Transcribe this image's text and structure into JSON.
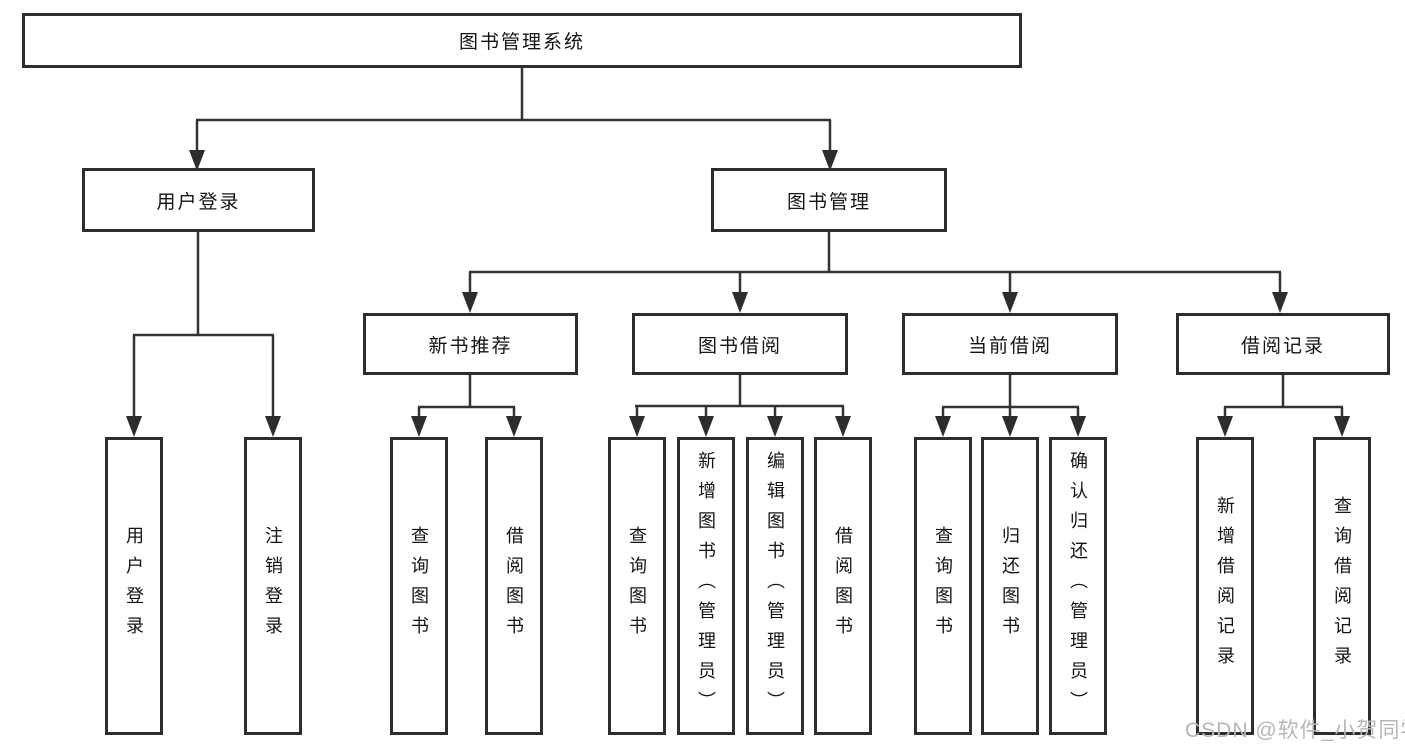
{
  "diagram_type": "tree-structure-diagram",
  "colors": {
    "line": "#333333",
    "box_border": "#2d2d2d",
    "box_fill": "#ffffff",
    "text": "#141414",
    "watermark": "#b7b7b7"
  },
  "nodes": {
    "root": {
      "label": "图书管理系统"
    },
    "user_login": {
      "label": "用户登录"
    },
    "book_mgmt": {
      "label": "图书管理"
    },
    "new_rec": {
      "label": "新书推荐"
    },
    "book_borrow": {
      "label": "图书借阅"
    },
    "cur_borrow": {
      "label": "当前借阅"
    },
    "records": {
      "label": "借阅记录"
    },
    "leaf_user_login": {
      "label": "用户登录"
    },
    "leaf_logout": {
      "label": "注销登录"
    },
    "leaf_query_rec": {
      "label": "查询图书"
    },
    "leaf_borrow_rec": {
      "label": "借阅图书"
    },
    "leaf_query_borrow": {
      "label": "查询图书"
    },
    "leaf_add_books": {
      "label": "新增图书（管理员）"
    },
    "leaf_edit_books": {
      "label": "编辑图书（管理员）"
    },
    "leaf_borrow_books": {
      "label": "借阅图书"
    },
    "leaf_query_cur": {
      "label": "查询图书"
    },
    "leaf_return_books": {
      "label": "归还图书"
    },
    "leaf_confirm_return": {
      "label": "确认归还（管理员）"
    },
    "leaf_add_record": {
      "label": "新增借阅记录"
    },
    "leaf_query_record": {
      "label": "查询借阅记录"
    }
  },
  "hierarchy": {
    "图书管理系统": {
      "用户登录": [
        "用户登录",
        "注销登录"
      ],
      "图书管理": {
        "新书推荐": [
          "查询图书",
          "借阅图书"
        ],
        "图书借阅": [
          "查询图书",
          "新增图书（管理员）",
          "编辑图书（管理员）",
          "借阅图书"
        ],
        "当前借阅": [
          "查询图书",
          "归还图书",
          "确认归还（管理员）"
        ],
        "借阅记录": [
          "新增借阅记录",
          "查询借阅记录"
        ]
      }
    }
  },
  "watermark": "CSDN @软件_小贺同学"
}
